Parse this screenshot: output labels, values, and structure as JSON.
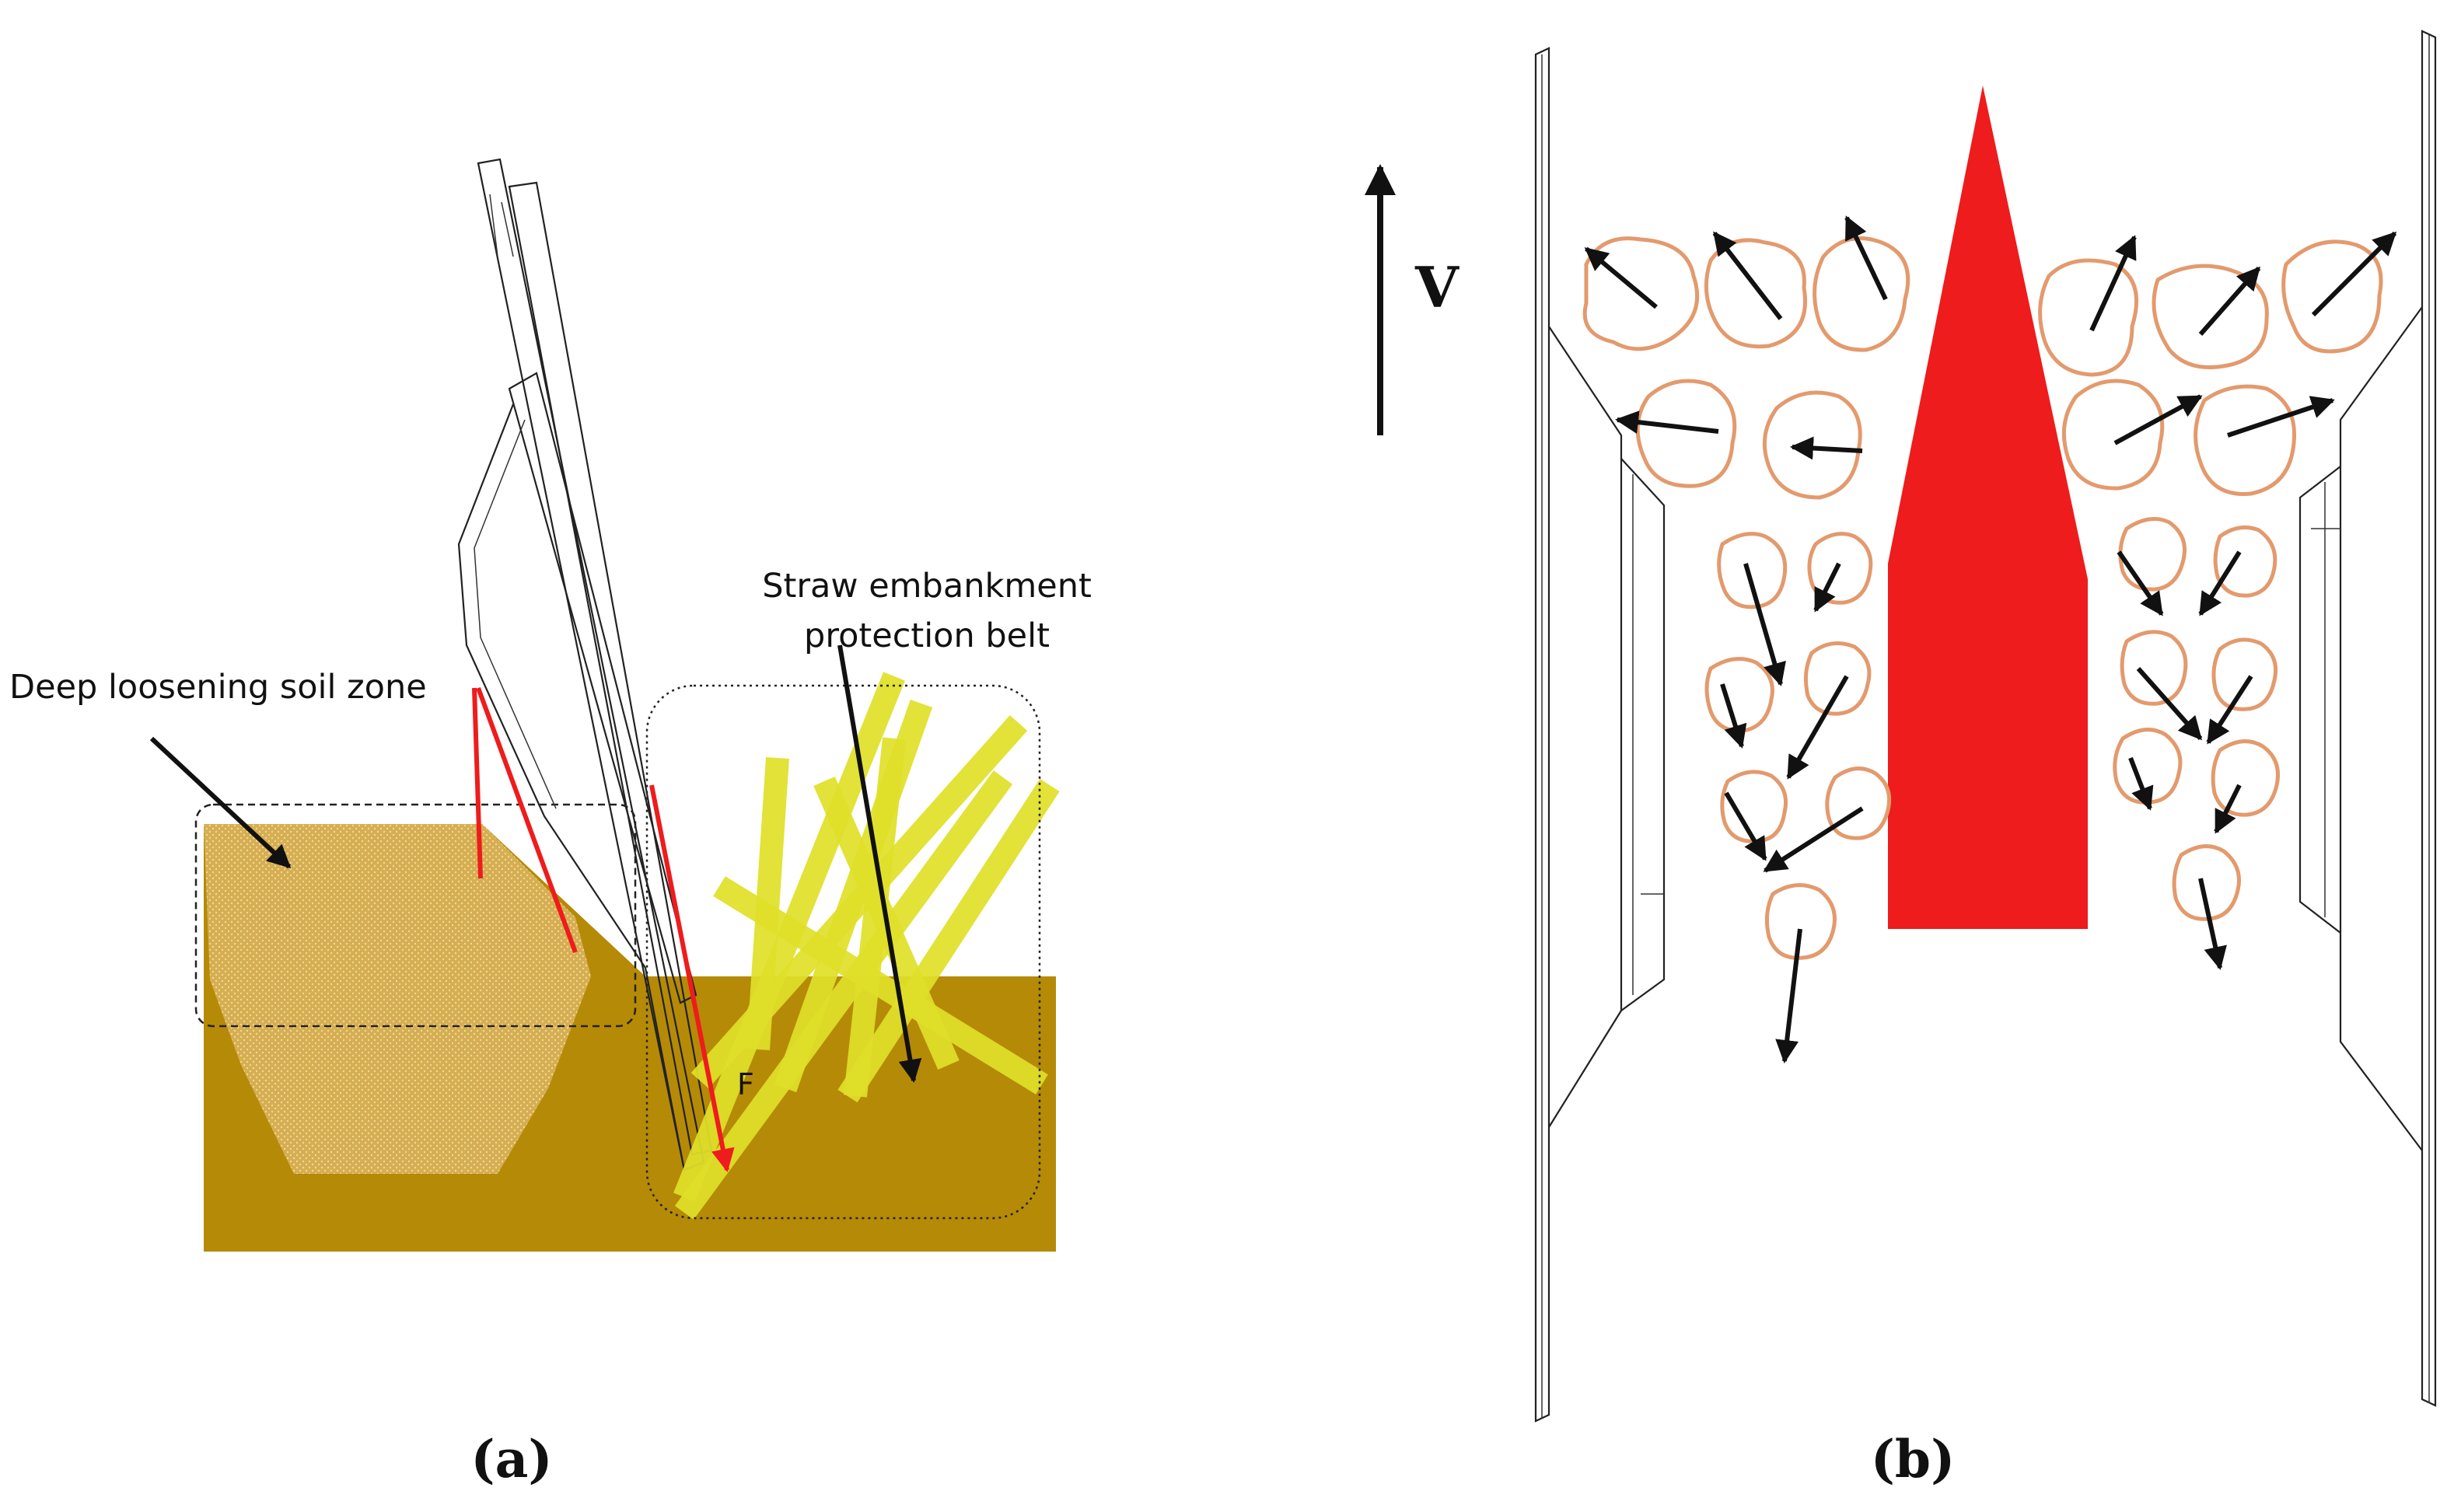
{
  "panel_a": {
    "label_zone": "Deep loosening soil zone",
    "label_belt_line1": "Straw embankment",
    "label_belt_line2": "protection belt",
    "label_force": "F",
    "caption": "(a)"
  },
  "panel_b": {
    "label_velocity": "V",
    "caption": "(b)"
  },
  "colors": {
    "soil": "#b58a07",
    "loosened_soil": "#d9b35c",
    "straw": "#e0e02a",
    "red": "#ee1c1c",
    "clod_outline": "#e39a6d"
  }
}
